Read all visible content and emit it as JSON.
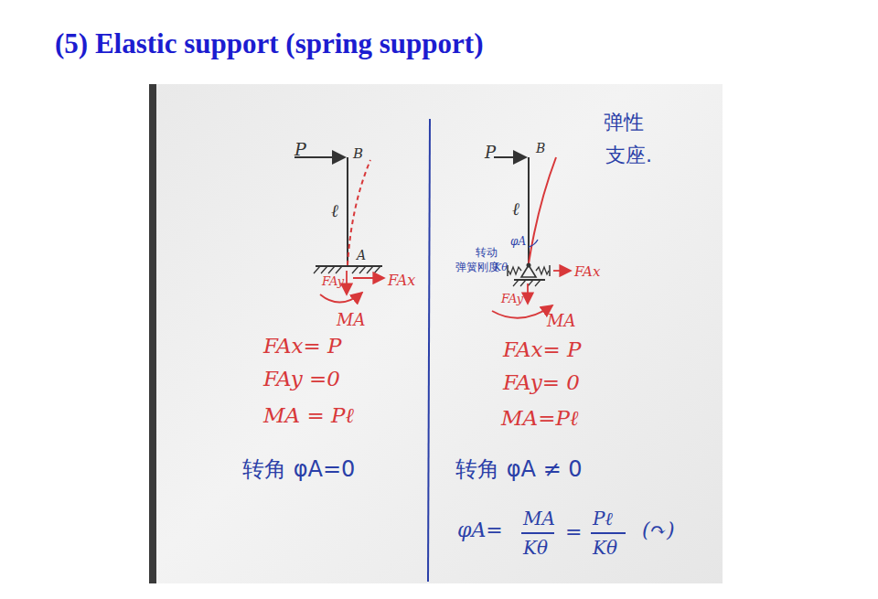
{
  "diagram": {
    "title": "(5) Elastic support (spring support)",
    "labels": [
      "P",
      "B",
      "ℓ",
      "A",
      "FAy",
      "FAx",
      "MA",
      "FAx= P",
      "FAy =0",
      "MA = Pℓ",
      "转角 φA=0",
      "弹性",
      "支座.",
      "P",
      "B",
      "ℓ",
      "φA",
      "转动",
      "弹簧刚度",
      "Kθ",
      "FAx",
      "FAy",
      "MA",
      "FAx= P",
      "FAy= 0",
      "MA=Pℓ",
      "转角 φA ≠ 0",
      "φA=",
      "MA",
      "Kθ",
      "=",
      "Pℓ",
      "Kθ",
      "(↷)"
    ]
  }
}
